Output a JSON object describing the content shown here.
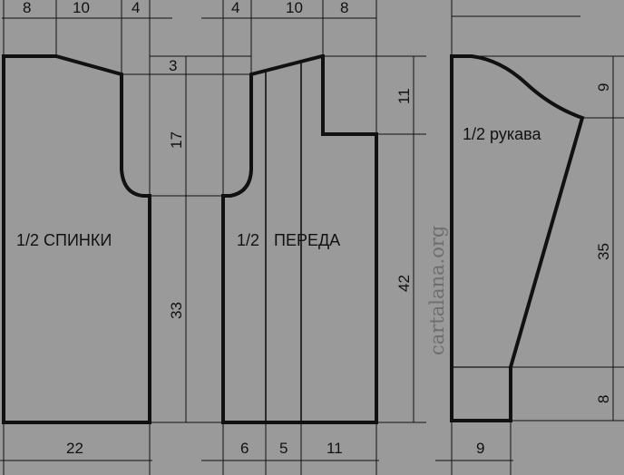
{
  "diagram": {
    "colors": {
      "background": "#9a9a9a",
      "outline": "#111111",
      "watermark": "#6e6e6e"
    },
    "labels": {
      "back": "1/2 СПИНКИ",
      "front_a": "1/2",
      "front_b": "ПЕРЕДА",
      "sleeve": "1/2 рукава"
    },
    "watermark": "cartalana.org",
    "dims": {
      "back_top_left": "8",
      "back_top_mid": "10",
      "back_top_right": "4",
      "front_top_left": "4",
      "front_top_mid": "10",
      "front_top_right": "8",
      "center_3": "3",
      "center_17": "17",
      "center_33": "33",
      "front_right_11": "11",
      "front_right_42": "42",
      "sleeve_right_9": "9",
      "sleeve_right_35": "35",
      "sleeve_right_8": "8",
      "back_bottom": "22",
      "front_bottom_6": "6",
      "front_bottom_5": "5",
      "front_bottom_11": "11",
      "sleeve_bottom": "9"
    }
  }
}
